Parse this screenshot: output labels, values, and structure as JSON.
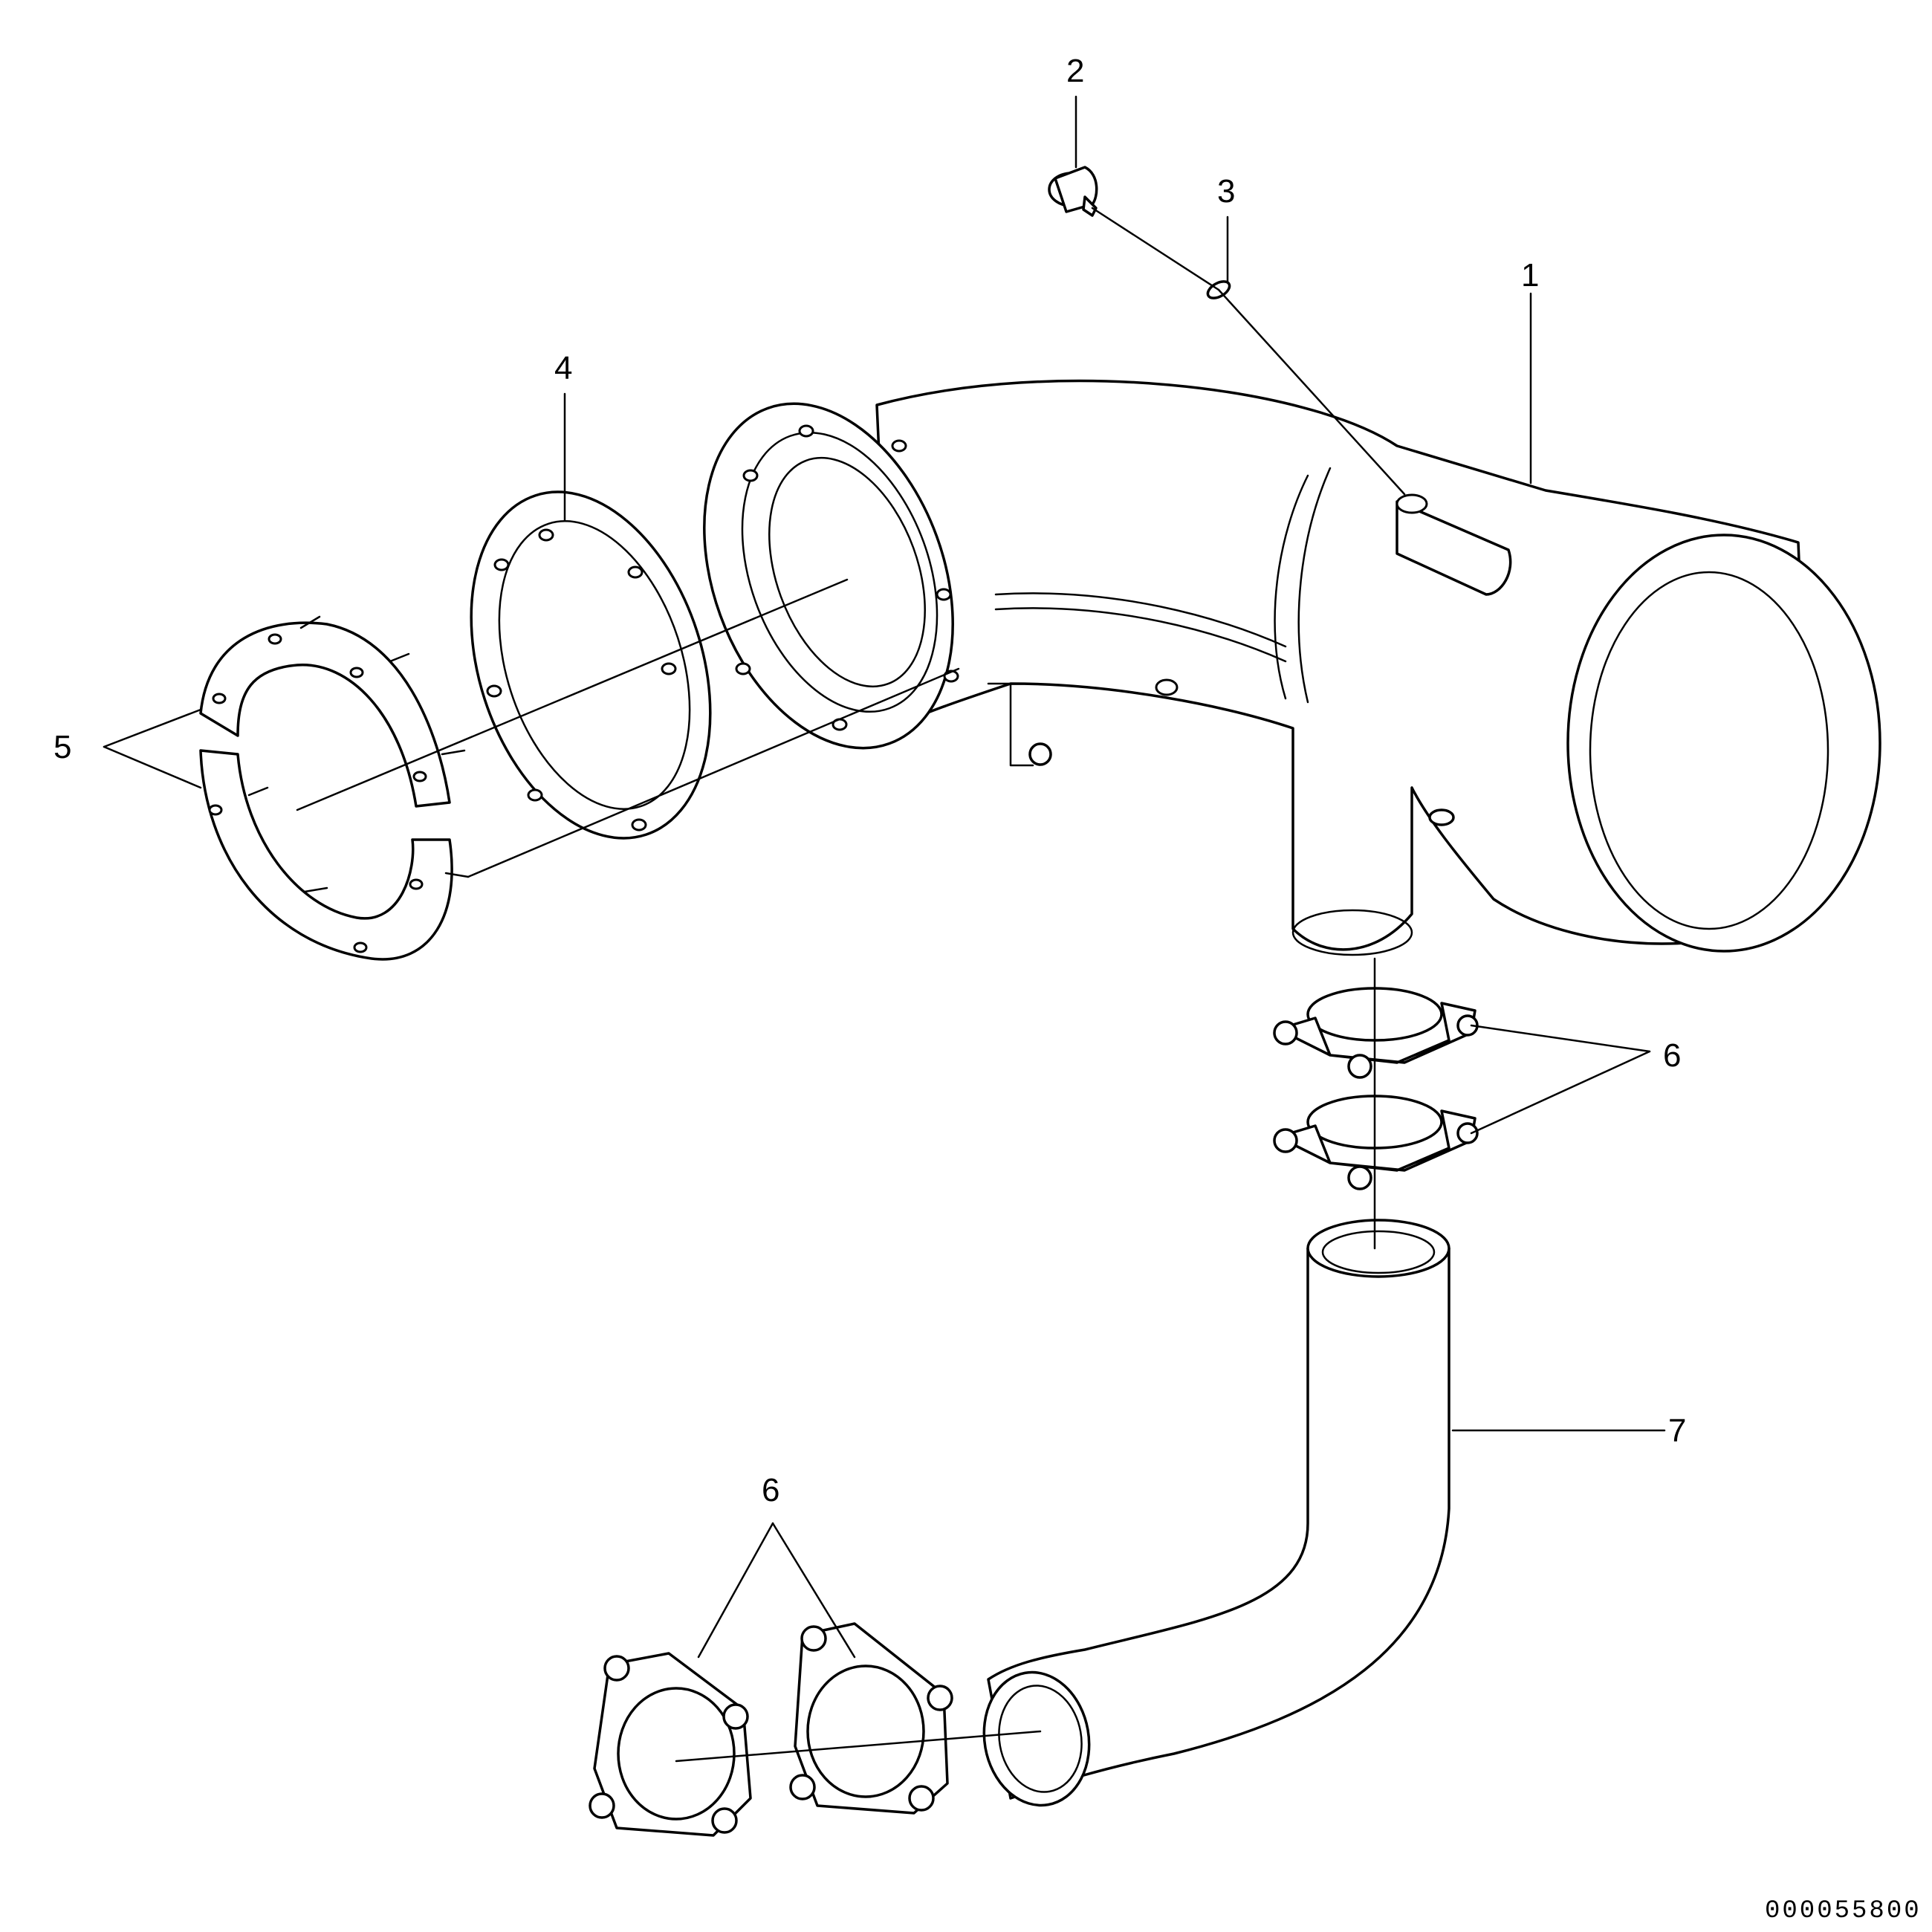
{
  "callouts": {
    "c1": "1",
    "c2": "2",
    "c3": "3",
    "c4": "4",
    "c5": "5",
    "c6a": "6",
    "c6b": "6",
    "c7": "7"
  },
  "drawing_number": "000055800"
}
